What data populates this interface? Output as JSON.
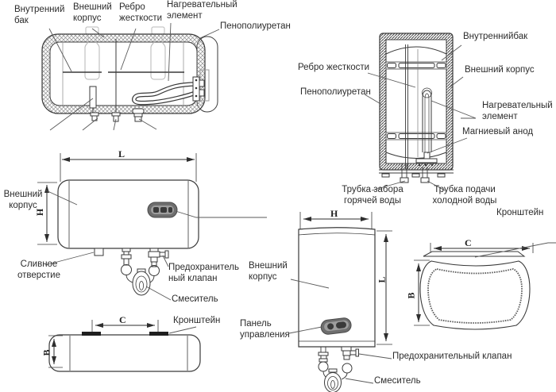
{
  "figure": {
    "line_color": "#3a3a3a",
    "background": "#ffffff",
    "panel_color": "#6e6e6e"
  },
  "horizontal_section": {
    "inner_tank": "Внутренний\nбак",
    "outer_casing": "Внешний\nкорпус",
    "stiffener": "Ребро\nжесткости",
    "heating_element": "Нагревательный\nэлемент",
    "polyurethane": "Пенополиуретан"
  },
  "vertical_section": {
    "stiffener": "Ребро жесткости",
    "polyurethane": "Пенополиуретан",
    "inner_tank": "Внутреннийбак",
    "outer_casing": "Внешний корпус",
    "heating_element": "Нагревательный\nэлемент",
    "magnesium_anode": "Магниевый анод",
    "hot_water_tube": "Трубка забора\nгорячей воды",
    "cold_water_tube": "Трубка подачи\nхолодной воды"
  },
  "horizontal_front": {
    "outer_casing": "Внешний\nкорпус",
    "drain_hole": "Сливное\nотверстие",
    "safety_valve": "Предохранитель\nный клапан",
    "mixer": "Смеситель",
    "dim_length": "L",
    "dim_height": "H"
  },
  "horizontal_top": {
    "bracket": "Кронштейн",
    "dim_bracket_span": "C",
    "dim_depth": "B"
  },
  "vertical_front": {
    "outer_casing": "Внешний\nкорпус",
    "control_panel": "Панель\nуправления",
    "safety_valve": "Предохранительный клапан",
    "mixer": "Смеситель",
    "dim_width": "H",
    "dim_length": "L"
  },
  "vertical_top": {
    "bracket": "Кронштейн",
    "dim_bracket_span": "C",
    "dim_depth": "B"
  }
}
